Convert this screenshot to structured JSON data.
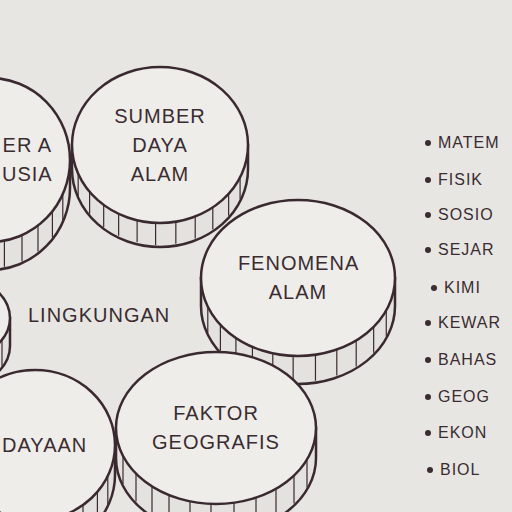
{
  "diagram": {
    "nodes": [
      {
        "text": [
          "ER A USIA"
        ]
      },
      {
        "text": [
          "SUMBER DAYA ALAM"
        ]
      },
      {
        "text": [
          "FENOMENA ALAM"
        ]
      },
      {
        "text": [
          "FAKTOR GEOGRAFIS"
        ]
      },
      {
        "text": [
          "DAYAAN"
        ]
      }
    ],
    "labels": [
      "LINGKUNGAN",
      "MATEM",
      "FISIK",
      "SOSIO",
      "SEJAR",
      "KIMI",
      "KEWAR",
      "BAHAS",
      "GEOG",
      "EKON",
      "BIOL"
    ]
  }
}
